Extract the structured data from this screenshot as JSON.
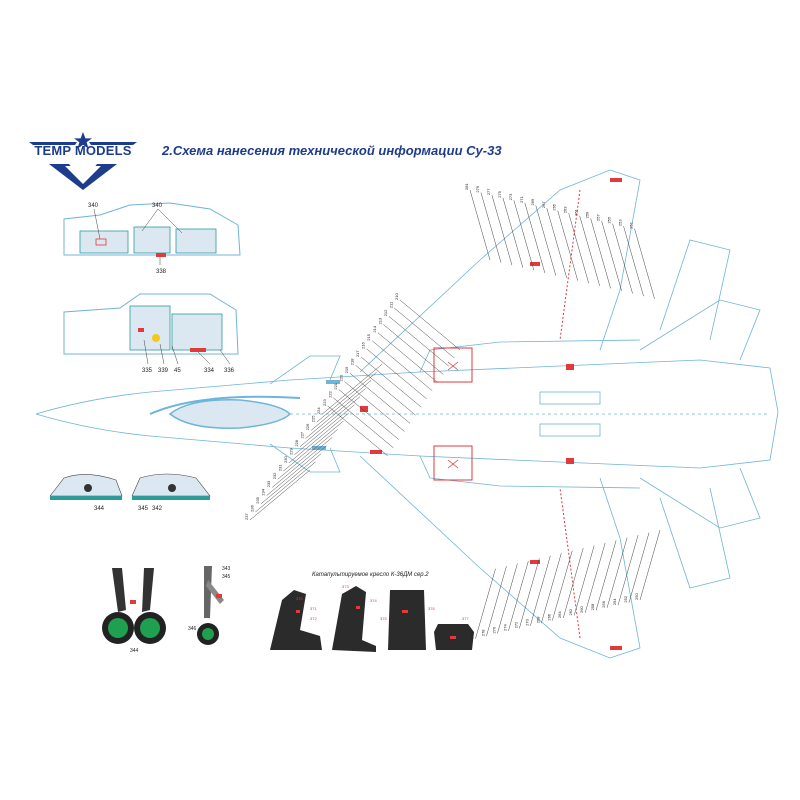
{
  "header": {
    "logo_text": "TEMP MODELS",
    "title": "2.Схема нанесения технической информации Су-33"
  },
  "cockpit_details": {
    "upper_callouts": [
      "340",
      "340",
      "338"
    ],
    "lower_callouts": [
      "335",
      "339",
      "45",
      "334",
      "336"
    ],
    "canopy_callouts": [
      "344",
      "345",
      "342"
    ]
  },
  "landing_gear": {
    "callouts": [
      "343",
      "345",
      "346",
      "344"
    ]
  },
  "ejection_seat": {
    "caption": "Катапультируемое кресло К-36ДМ сер.2",
    "callouts": [
      "370",
      "371",
      "372",
      "373",
      "374",
      "375",
      "376",
      "377"
    ]
  },
  "aircraft_plan": {
    "left_callouts": [
      "237",
      "236",
      "235",
      "234",
      "233",
      "232",
      "231",
      "230",
      "229",
      "228",
      "227",
      "226",
      "225",
      "224",
      "223",
      "222",
      "221",
      "220",
      "219",
      "218",
      "217",
      "216",
      "215",
      "214",
      "213",
      "212",
      "211",
      "210"
    ],
    "right_callouts": [
      "281",
      "280",
      "279",
      "278",
      "277",
      "276",
      "275",
      "274",
      "273",
      "272",
      "271",
      "270",
      "269",
      "268",
      "267",
      "266",
      "265",
      "264",
      "263",
      "262",
      "261",
      "260",
      "259",
      "258",
      "257",
      "256",
      "255",
      "254",
      "253",
      "252",
      "251",
      "250"
    ]
  },
  "colors": {
    "brand_blue": "#1e3c8c",
    "outline_blue": "#6fb4d9",
    "stencil_red": "#e03a3a",
    "leader_gray": "#444444",
    "glass_blue": "#dbe8f2",
    "teal": "#2f9a9a",
    "wheel_green": "#1ea050"
  }
}
